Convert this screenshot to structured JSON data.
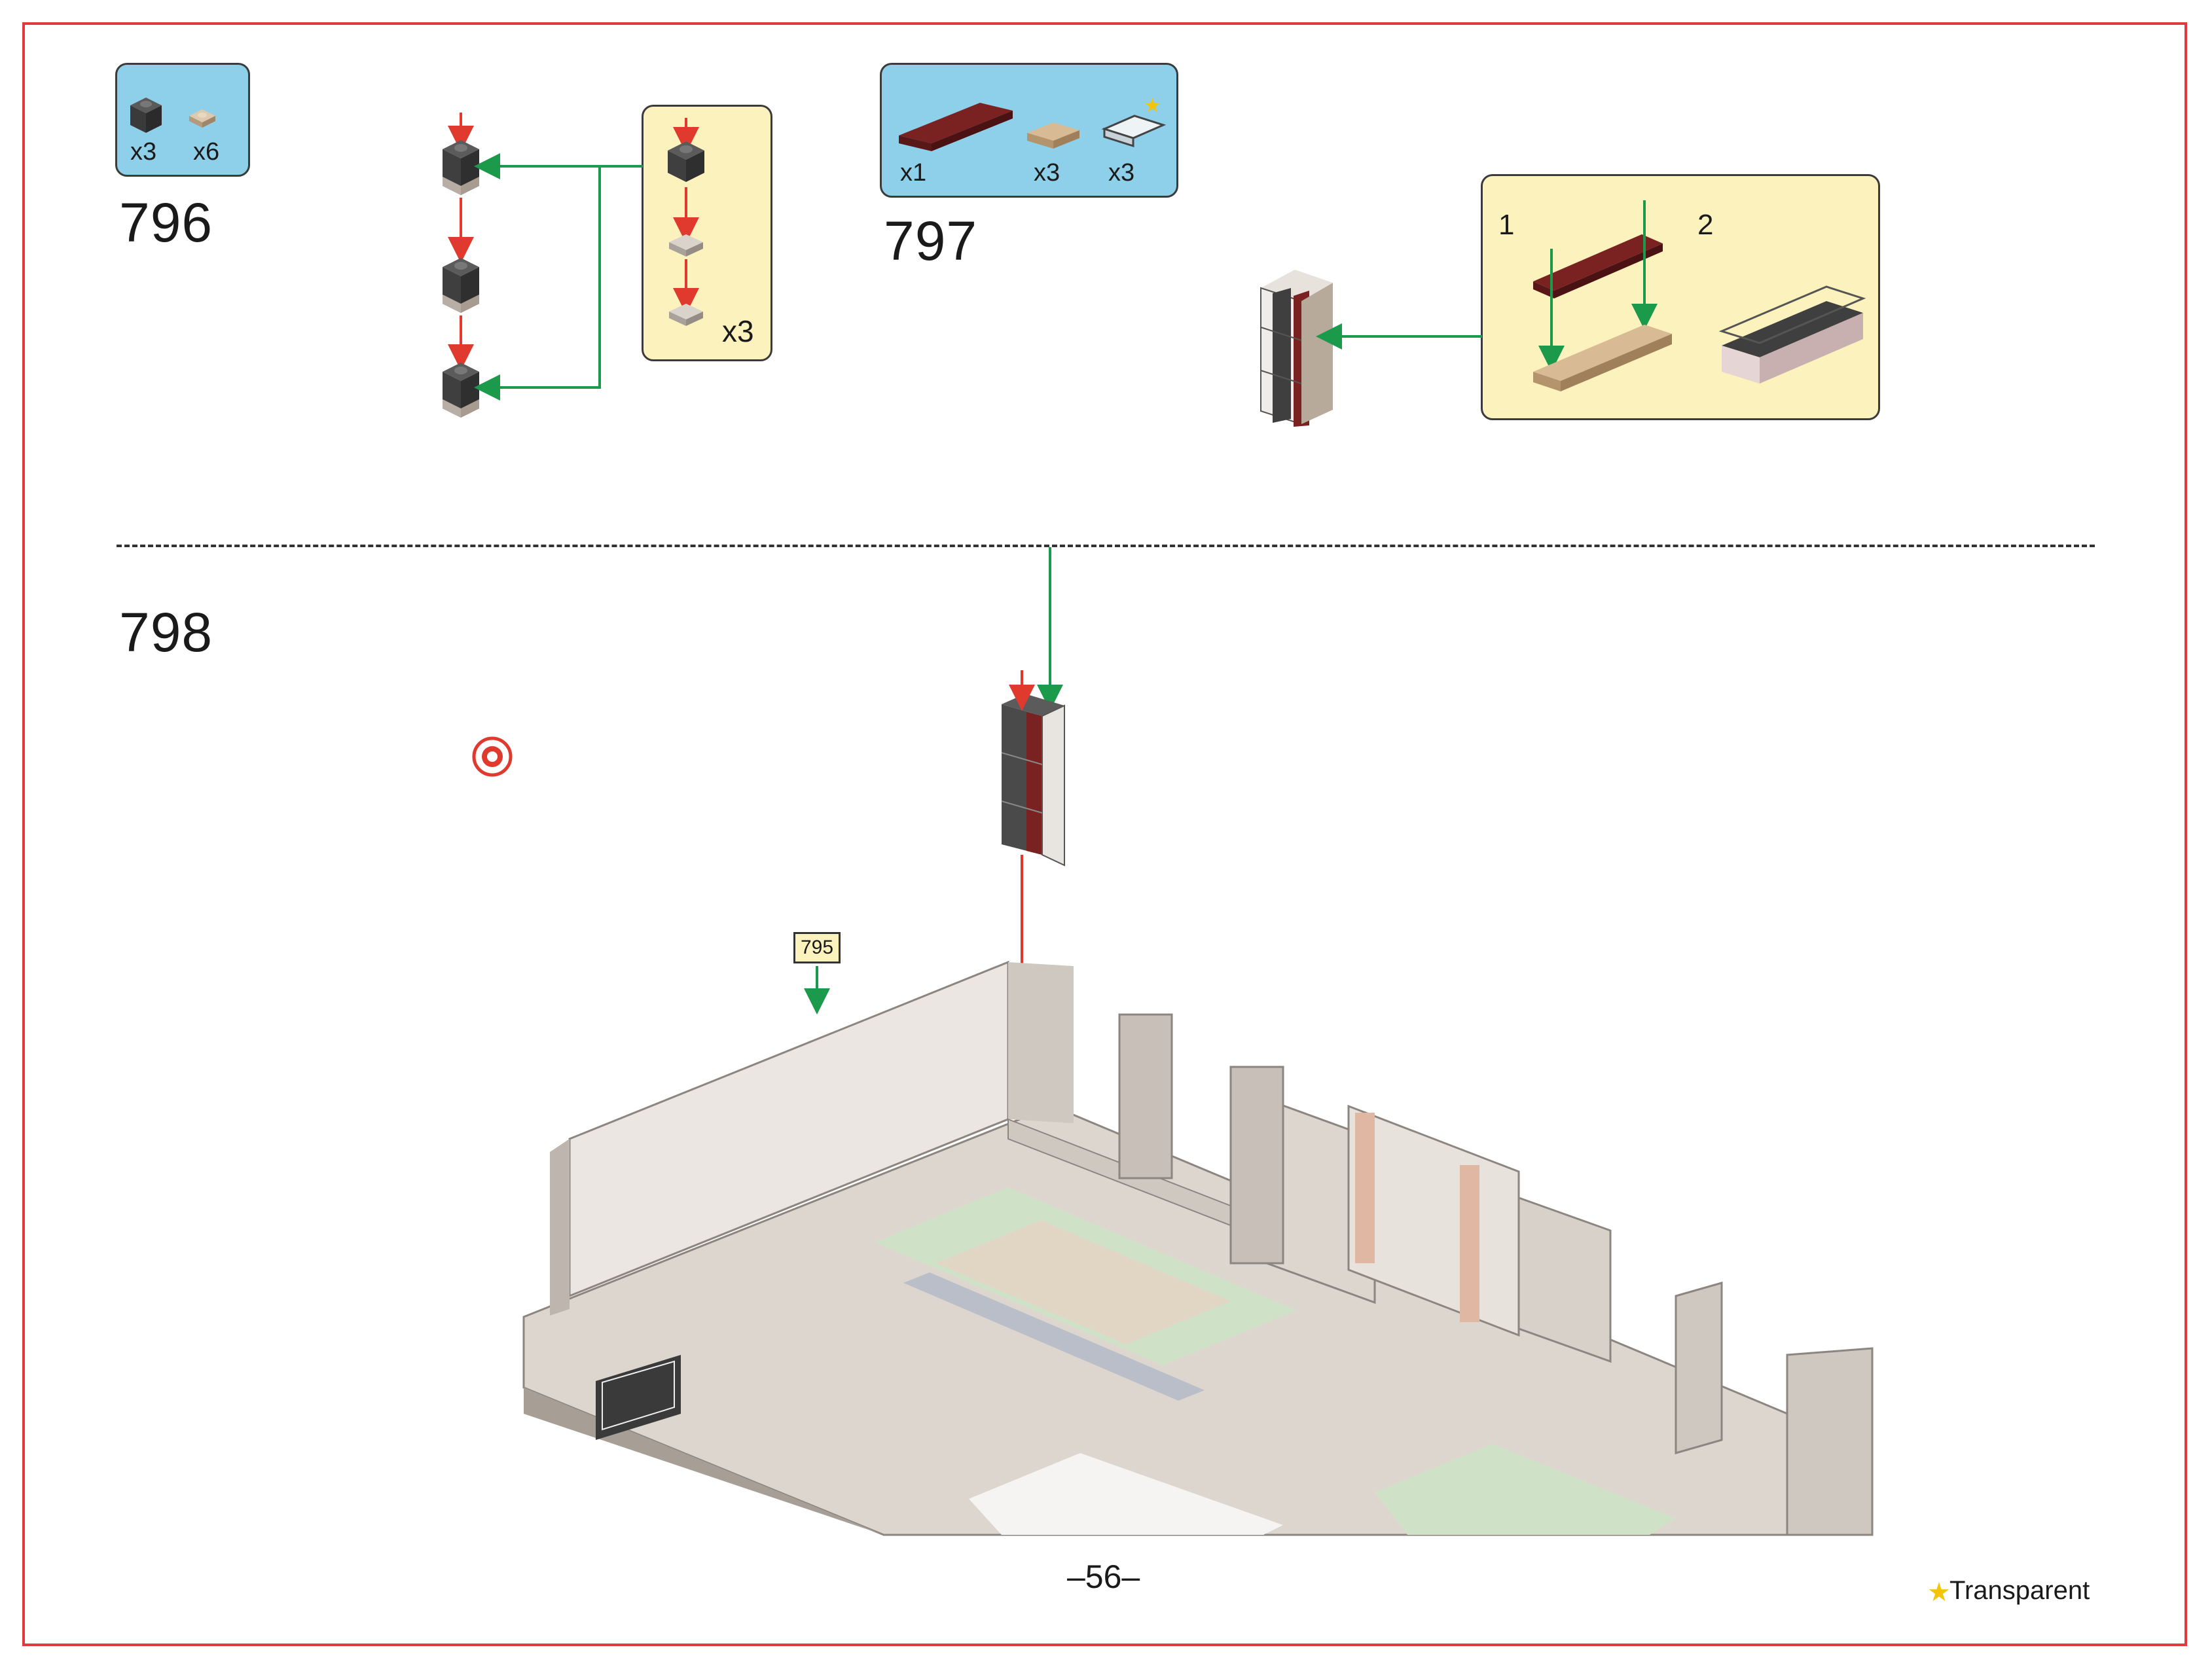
{
  "steps": [
    {
      "number": "796",
      "parts": [
        {
          "qty": "x3",
          "icon": "dark-grey-brick-icon",
          "color": "#3d3d3d"
        },
        {
          "qty": "x6",
          "icon": "tan-plate-icon",
          "color": "#c9b49a"
        }
      ],
      "callout": {
        "multiplier": "x3"
      }
    },
    {
      "number": "797",
      "parts": [
        {
          "qty": "x1",
          "icon": "dark-red-plate-icon",
          "color": "#6e1f1f"
        },
        {
          "qty": "x3",
          "icon": "tan-tile-plate-icon",
          "color": "#d0b28c"
        },
        {
          "qty": "x3",
          "icon": "transparent-panel-icon",
          "color": "#e8eef2"
        }
      ],
      "callout": {
        "substeps": [
          "1",
          "2"
        ]
      }
    },
    {
      "number": "798",
      "reference": "795"
    }
  ],
  "page_number": "–56–",
  "legend": {
    "star": "★",
    "text": "Transparent"
  },
  "colors": {
    "frame": "#e23a3a",
    "parts_box": "#8ecfea",
    "callout": "#fcf2bd",
    "arrow_red": "#e03a2e",
    "arrow_green": "#1a9a4a"
  }
}
